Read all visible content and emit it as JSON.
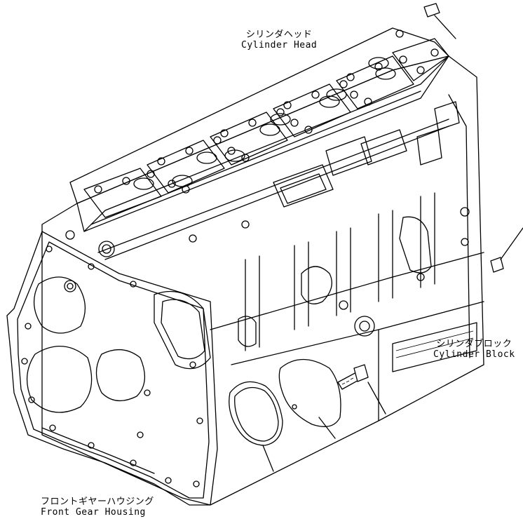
{
  "labels": {
    "cylinder_head": {
      "ja": "シリンダヘッド",
      "en": "Cylinder Head"
    },
    "cylinder_block": {
      "ja": "シリンダブロック",
      "en": "Cylinder Block"
    },
    "front_gear_housing": {
      "ja": "フロントギヤーハウジング",
      "en": "Front Gear Housing"
    }
  },
  "colors": {
    "line": "#000000",
    "background": "#ffffff"
  }
}
